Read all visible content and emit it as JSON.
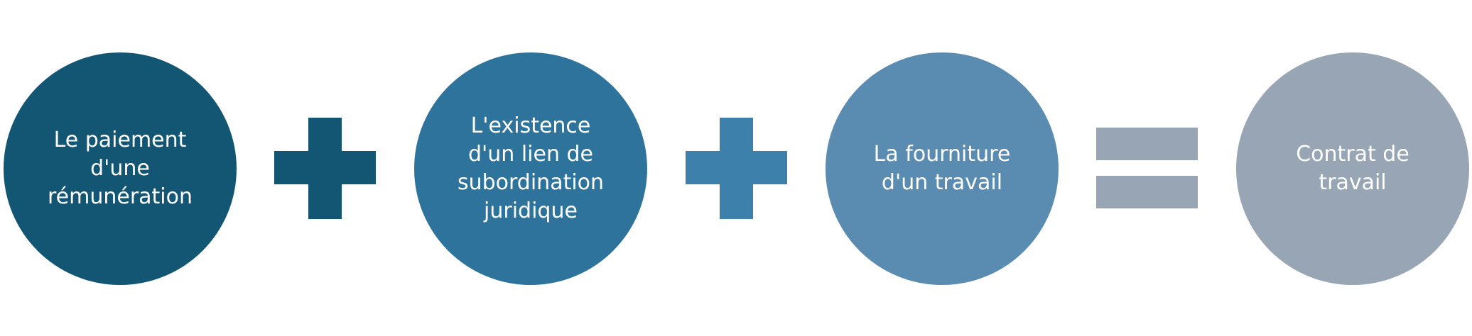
{
  "colors": {
    "circle_1": "#135674",
    "circle_2": "#2E739C",
    "circle_3": "#5A8BB1",
    "circle_4": "#97A5B4",
    "plus_1": "#135674",
    "plus_2": "#3E80AC",
    "equals": "#97A5B4",
    "text": "#FFFFFF"
  },
  "diagram": {
    "terms": [
      {
        "label": "Le paiement\nd'une\nrémunération"
      },
      {
        "label": "L'existence\nd'un lien de\nsubordination\njuridique"
      },
      {
        "label": "La fourniture\nd'un travail"
      }
    ],
    "result": {
      "label": "Contrat de\ntravail"
    },
    "operators": [
      "plus-icon",
      "plus-icon",
      "equals-icon"
    ]
  }
}
